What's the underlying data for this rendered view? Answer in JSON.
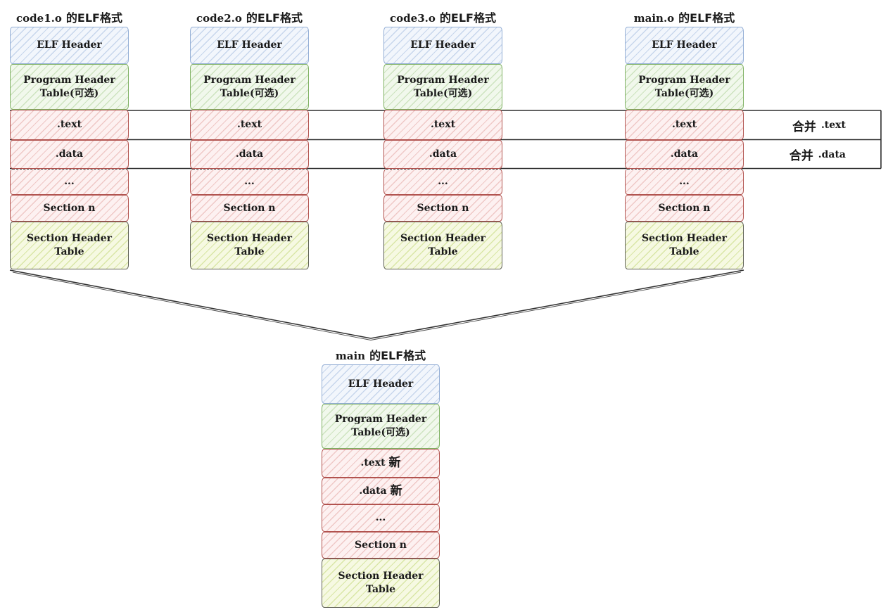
{
  "diagram": {
    "columns": [
      {
        "title_name": "code1.o",
        "title_cjk": "的ELF格式"
      },
      {
        "title_name": "code2.o",
        "title_cjk": "的ELF格式"
      },
      {
        "title_name": "code3.o",
        "title_cjk": "的ELF格式"
      },
      {
        "title_name": "main.o",
        "title_cjk": "的ELF格式"
      }
    ],
    "sections": [
      {
        "label": "ELF Header"
      },
      {
        "label": "Program Header\nTable(可选)"
      },
      {
        "label": ".text"
      },
      {
        "label": ".data"
      },
      {
        "label": "..."
      },
      {
        "label": "Section n"
      },
      {
        "label": "Section Header Table"
      }
    ],
    "result": {
      "title_name": "main",
      "title_cjk": "的ELF格式",
      "sections": [
        {
          "label": "ELF Header",
          "suffix": ""
        },
        {
          "label": "Program Header\nTable(可选)",
          "suffix": ""
        },
        {
          "label": ".text",
          "suffix": "新"
        },
        {
          "label": ".data",
          "suffix": "新"
        },
        {
          "label": "...",
          "suffix": ""
        },
        {
          "label": "Section n",
          "suffix": ""
        },
        {
          "label": "Section Header Table",
          "suffix": ""
        }
      ]
    },
    "merge_labels": [
      {
        "cjk": "合并",
        "section": ".text"
      },
      {
        "cjk": "合并",
        "section": ".data"
      }
    ]
  },
  "colors": {
    "elf_header_border": "#93aed5",
    "elf_header_fill": "#f2f6fc",
    "program_header_border": "#7fb163",
    "program_header_fill": "#f1f8ec",
    "section_border": "#b2534f",
    "section_fill": "#fdf1f1",
    "section_header_table_border": "#5e6055",
    "section_header_table_fill": "#f6f9e2",
    "connector_line": "#2f2f2f",
    "text": "#1a1a1a"
  }
}
